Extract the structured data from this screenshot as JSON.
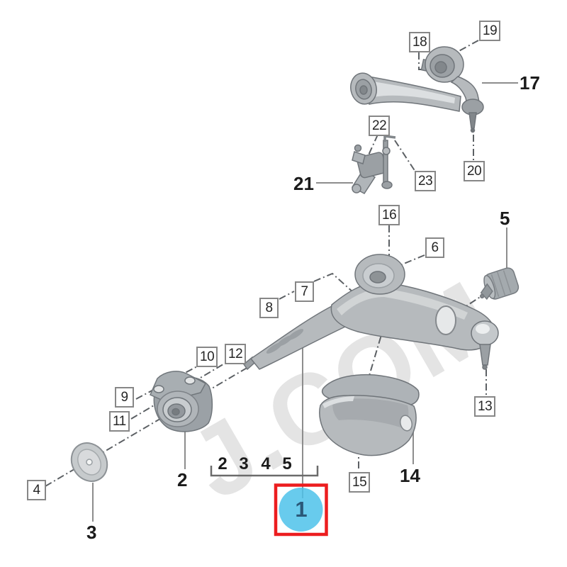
{
  "diagram": {
    "watermark": "J.COM",
    "highlight": {
      "value": "1",
      "circle_color": "#4ec2ea",
      "frame_color": "#ec1d1f",
      "digit_color": "#2a5878"
    },
    "group_row": {
      "a": "2",
      "b": "3",
      "c": "4",
      "d": "5"
    },
    "boxed_labels": {
      "n4": "4",
      "n6": "6",
      "n7": "7",
      "n8": "8",
      "n9": "9",
      "n10": "10",
      "n11": "11",
      "n12": "12",
      "n13": "13",
      "n15": "15",
      "n16": "16",
      "n18": "18",
      "n19": "19",
      "n20": "20",
      "n22": "22",
      "n23": "23"
    },
    "plain_labels": {
      "n2": "2",
      "n3": "3",
      "n5": "5",
      "n14": "14",
      "n17": "17",
      "n21": "21"
    }
  }
}
